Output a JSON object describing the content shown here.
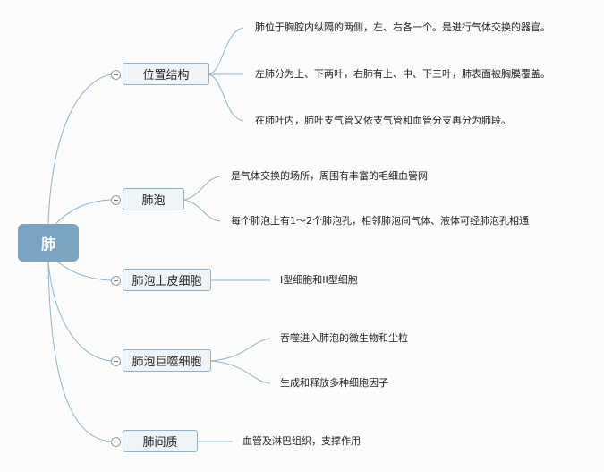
{
  "root": {
    "label": "肺"
  },
  "branches": [
    {
      "label": "位置结构",
      "leaves": [
        "肺位于胸腔内纵隔的两侧，左、右各一个。是进行气体交换的器官。",
        "左肺分为上、下两叶，右肺有上、中、下三叶，肺表面被胸膜覆盖。",
        "在肺叶内，肺叶支气管又依支气管和血管分支再分为肺段。"
      ]
    },
    {
      "label": "肺泡",
      "leaves": [
        "是气体交换的场所，周围有丰富的毛细血管网",
        "每个肺泡上有1～2个肺泡孔，相邻肺泡间气体、液体可经肺泡孔相通"
      ]
    },
    {
      "label": "肺泡上皮细胞",
      "leaves": [
        "I型细胞和II型细胞"
      ]
    },
    {
      "label": "肺泡巨噬细胞",
      "leaves": [
        "吞噬进入肺泡的微生物和尘粒",
        "生成和释放多种细胞因子"
      ]
    },
    {
      "label": "肺间质",
      "leaves": [
        "血管及淋巴组织，支撑作用"
      ]
    }
  ],
  "colors": {
    "line": "#8fb3cf",
    "root": "#7ba3c2",
    "node_bg": "#eff4f8"
  }
}
